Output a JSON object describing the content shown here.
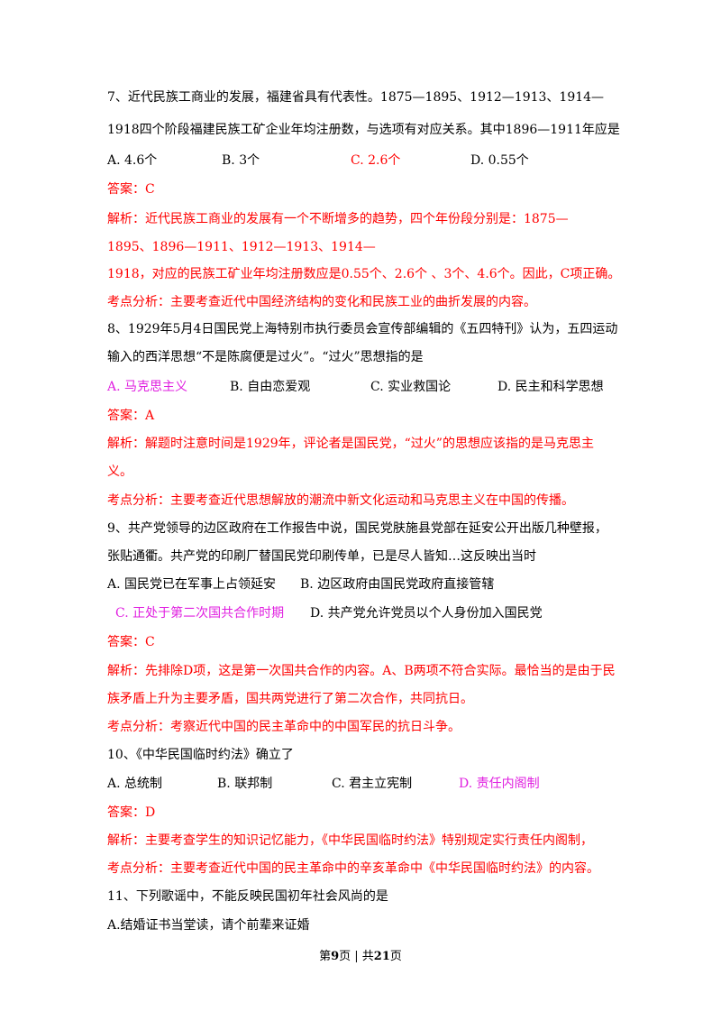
{
  "q7": {
    "stem_1": "7、近代民族工商业的发展，福建省具有代表性。1875—1895、1912—1913、1914—",
    "stem_2": "1918四个阶段福建民族工矿企业年均注册数，与选项有对应关系。其中1896—1911年应是",
    "options": [
      "A. 4.6个",
      "B. 3个",
      "C. 2.6个",
      "D. 0.55个"
    ],
    "answer": "答案：C",
    "analysis_1": "解析：近代民族工商业的发展有一个不断增多的趋势，四个年份段分别是：1875—",
    "analysis_2": "1895、1896—1911、1912—1913、1914—",
    "analysis_3": "1918，对应的民族工矿业年均注册数应是0.55个、2.6个 、3个、4.6个。因此，C项正确。",
    "point": "考点分析：主要考查近代中国经济结构的变化和民族工业的曲折发展的内容。"
  },
  "q8": {
    "stem_1": "8、1929年5月4日国民党上海特别市执行委员会宣传部编辑的《五四特刊》认为，五四运动",
    "stem_2": "输入的西洋思想“不是陈腐便是过火”。“过火”思想指的是",
    "options": [
      "A. 马克思主义",
      "B. 自由恋爱观",
      "C. 实业救国论",
      "D. 民主和科学思想"
    ],
    "answer": "答案：A",
    "analysis_1": "解析：解题时注意时间是1929年，评论者是国民党，“过火”的思想应该指的是马克思主",
    "analysis_2": "义。",
    "point": "考点分析：主要考查近代思想解放的潮流中新文化运动和马克思主义在中国的传播。"
  },
  "q9": {
    "stem_1": "9、共产党领导的边区政府在工作报告中说，国民党肤施县党部在延安公开出版几种壁报，",
    "stem_2": "张贴通衢。共产党的印刷厂替国民党印刷传单，已是尽人皆知…这反映出当时",
    "options": [
      "A. 国民党已在军事上占领延安",
      "B. 边区政府由国民党政府直接管辖",
      "C. 正处于第二次国共合作时期",
      "D. 共产党允许党员以个人身份加入国民党"
    ],
    "answer": "答案：C",
    "analysis_1": "解析：先排除D项，这是第一次国共合作的内容。A、B两项不符合实际。最恰当的是由于民",
    "analysis_2": "族矛盾上升为主要矛盾，国共两党进行了第二次合作，共同抗日。",
    "point": "考点分析：考察近代中国的民主革命中的中国军民的抗日斗争。"
  },
  "q10": {
    "stem_1": "10、《中华民国临时约法》确立了",
    "options": [
      "A. 总统制",
      "B. 联邦制",
      "C. 君主立宪制",
      "D. 责任内阁制"
    ],
    "answer": "答案：D",
    "analysis_1": "解析：主要考查学生的知识记忆能力，《中华民国临时约法》特别规定实行责任内阁制，",
    "point": "考点分析：主要考查近代中国的民主革命中的辛亥革命中《中华民国临时约法》的内容。"
  },
  "q11": {
    "stem_1": "11、下列歌谣中，不能反映民国初年社会风尚的是",
    "option_a": "A.结婚证书当堂读，请个前辈来证婚"
  },
  "footer": {
    "prefix": "第",
    "page": "9",
    "mid": "页 | 共",
    "total": "21",
    "suffix": "页"
  },
  "colors": {
    "text": "#000000",
    "answer_red": "#ff0000",
    "correct_option_magenta": "#e020e0"
  }
}
